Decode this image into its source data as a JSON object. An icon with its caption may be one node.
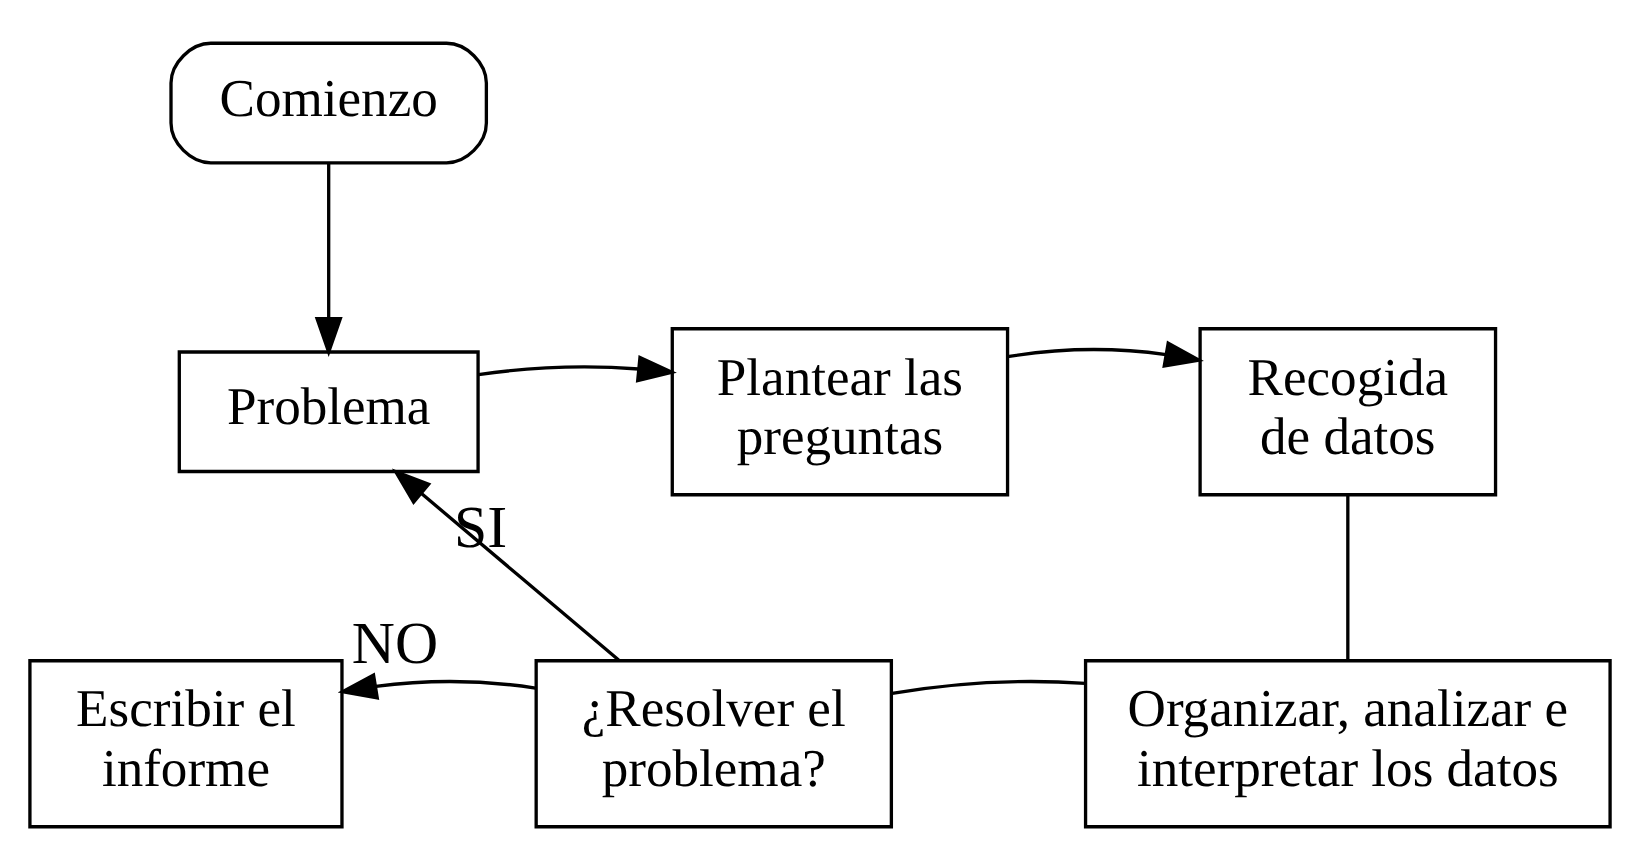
{
  "diagram": {
    "nodes": [
      {
        "text": [
          "Comienzo"
        ]
      },
      {
        "text": [
          "Problema"
        ]
      },
      {
        "text": [
          "Plantear las preguntas"
        ]
      },
      {
        "text": [
          "Recogida de datos"
        ]
      },
      {
        "text": [
          "Organizar, analizar e interpretar los datos"
        ]
      },
      {
        "text": [
          "¿Resolver el problema?"
        ]
      },
      {
        "text": [
          "Escribir el informe"
        ]
      }
    ],
    "edges": [
      {
        "from": 0,
        "to": 1,
        "arrow": "to"
      },
      {
        "from": 1,
        "to": 2,
        "arrow": "to"
      },
      {
        "from": 2,
        "to": 3,
        "arrow": "to"
      },
      {
        "from": 3,
        "to": 4,
        "arrow": "none"
      },
      {
        "from": 4,
        "to": 5,
        "arrow": "none"
      },
      {
        "from": 5,
        "to": 1,
        "arrow": "to",
        "label": "SI"
      },
      {
        "from": 5,
        "to": 6,
        "arrow": "to",
        "label": "NO"
      }
    ]
  }
}
